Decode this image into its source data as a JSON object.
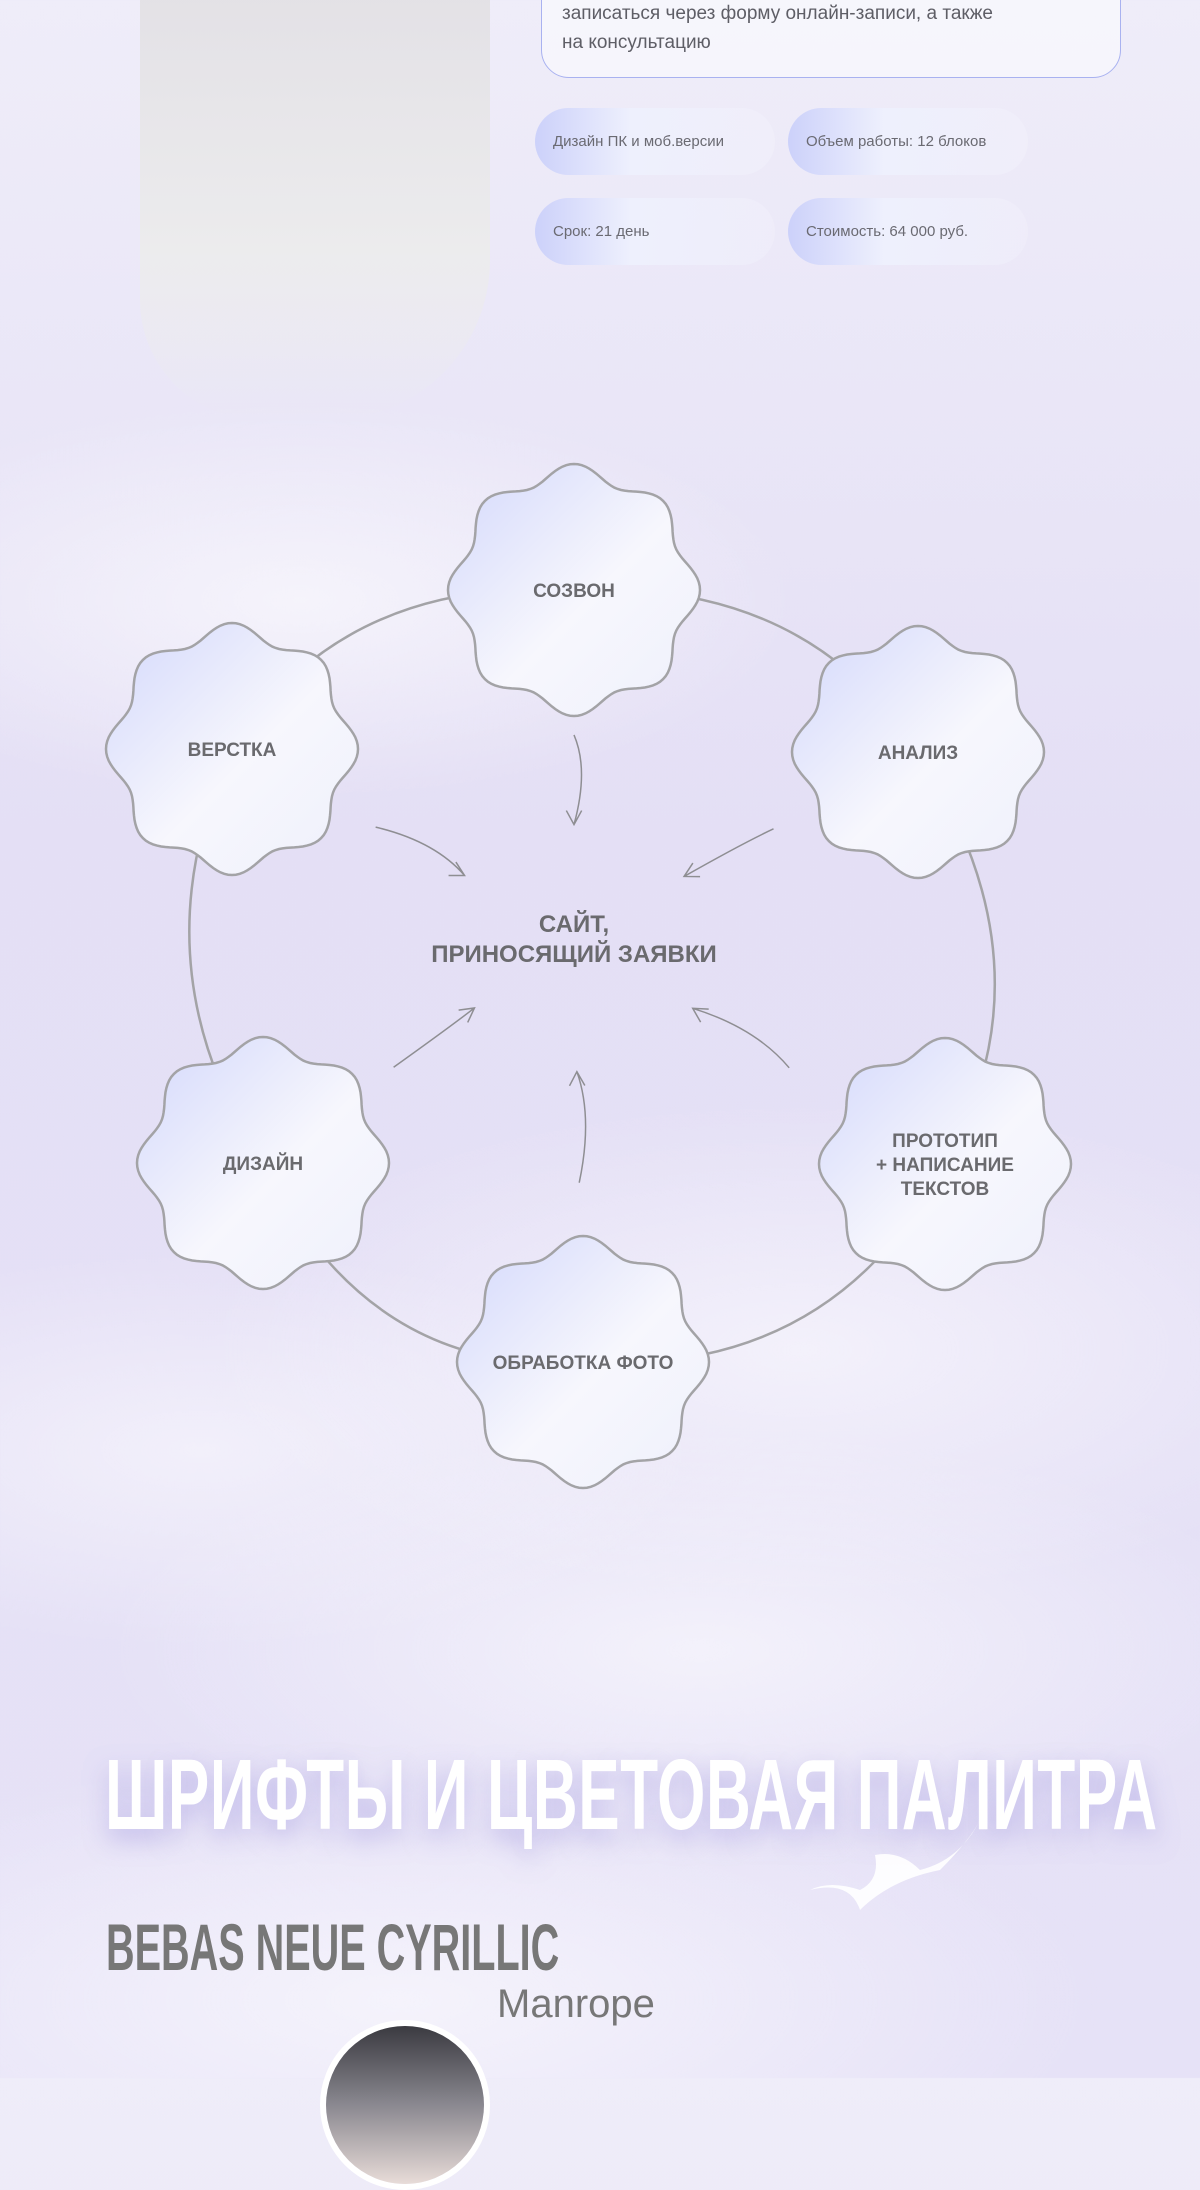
{
  "offer": {
    "text_lines": [
      "записаться через форму онлайн-записи, а также",
      "на консультацию"
    ]
  },
  "chips": [
    "Дизайн ПК и моб.версии",
    "Объем работы: 12 блоков",
    "Срок: 21 день",
    "Стоимость: 64 000 руб."
  ],
  "diagram": {
    "center": [
      "САЙТ,",
      "ПРИНОСЯЩИЙ ЗАЯВКИ"
    ],
    "nodes": [
      {
        "label": [
          "СОЗВОН"
        ]
      },
      {
        "label": [
          "АНАЛИЗ"
        ]
      },
      {
        "label": [
          "ПРОТОТИП",
          "+ НАПИСАНИЕ",
          "ТЕКСТОВ"
        ]
      },
      {
        "label": [
          "ОБРАБОТКА ФОТО"
        ]
      },
      {
        "label": [
          "ДИЗАЙН"
        ]
      },
      {
        "label": [
          "ВЕРСТКА"
        ]
      }
    ]
  },
  "fonts_section": {
    "title": "ШРИФТЫ И ЦВЕТОВАЯ ПАЛИТРА",
    "heading_font": "BEBAS NEUE CYRILLIC",
    "body_font": "Manrope"
  },
  "colors": {
    "accent": "#a9b2f0",
    "chip": "#ccd1fa",
    "text": "#5e5e66"
  }
}
